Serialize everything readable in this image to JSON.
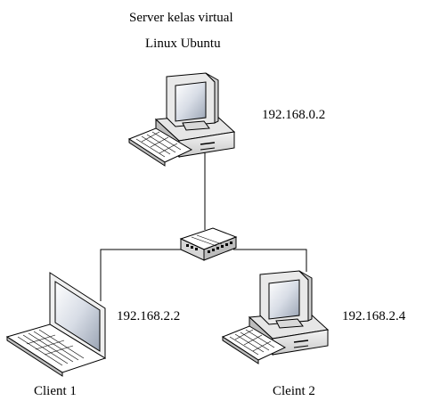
{
  "server": {
    "title_line1": "Server kelas virtual",
    "title_line2": "Linux Ubuntu",
    "ip": "192.168.0.2",
    "icon": "desktop-computer-icon"
  },
  "switch": {
    "icon": "network-switch-icon"
  },
  "client1": {
    "ip": "192.168.2.2",
    "name": "Client 1",
    "icon": "laptop-icon"
  },
  "client2": {
    "ip": "192.168.2.4",
    "name": "Cleint 2",
    "icon": "desktop-computer-icon"
  }
}
